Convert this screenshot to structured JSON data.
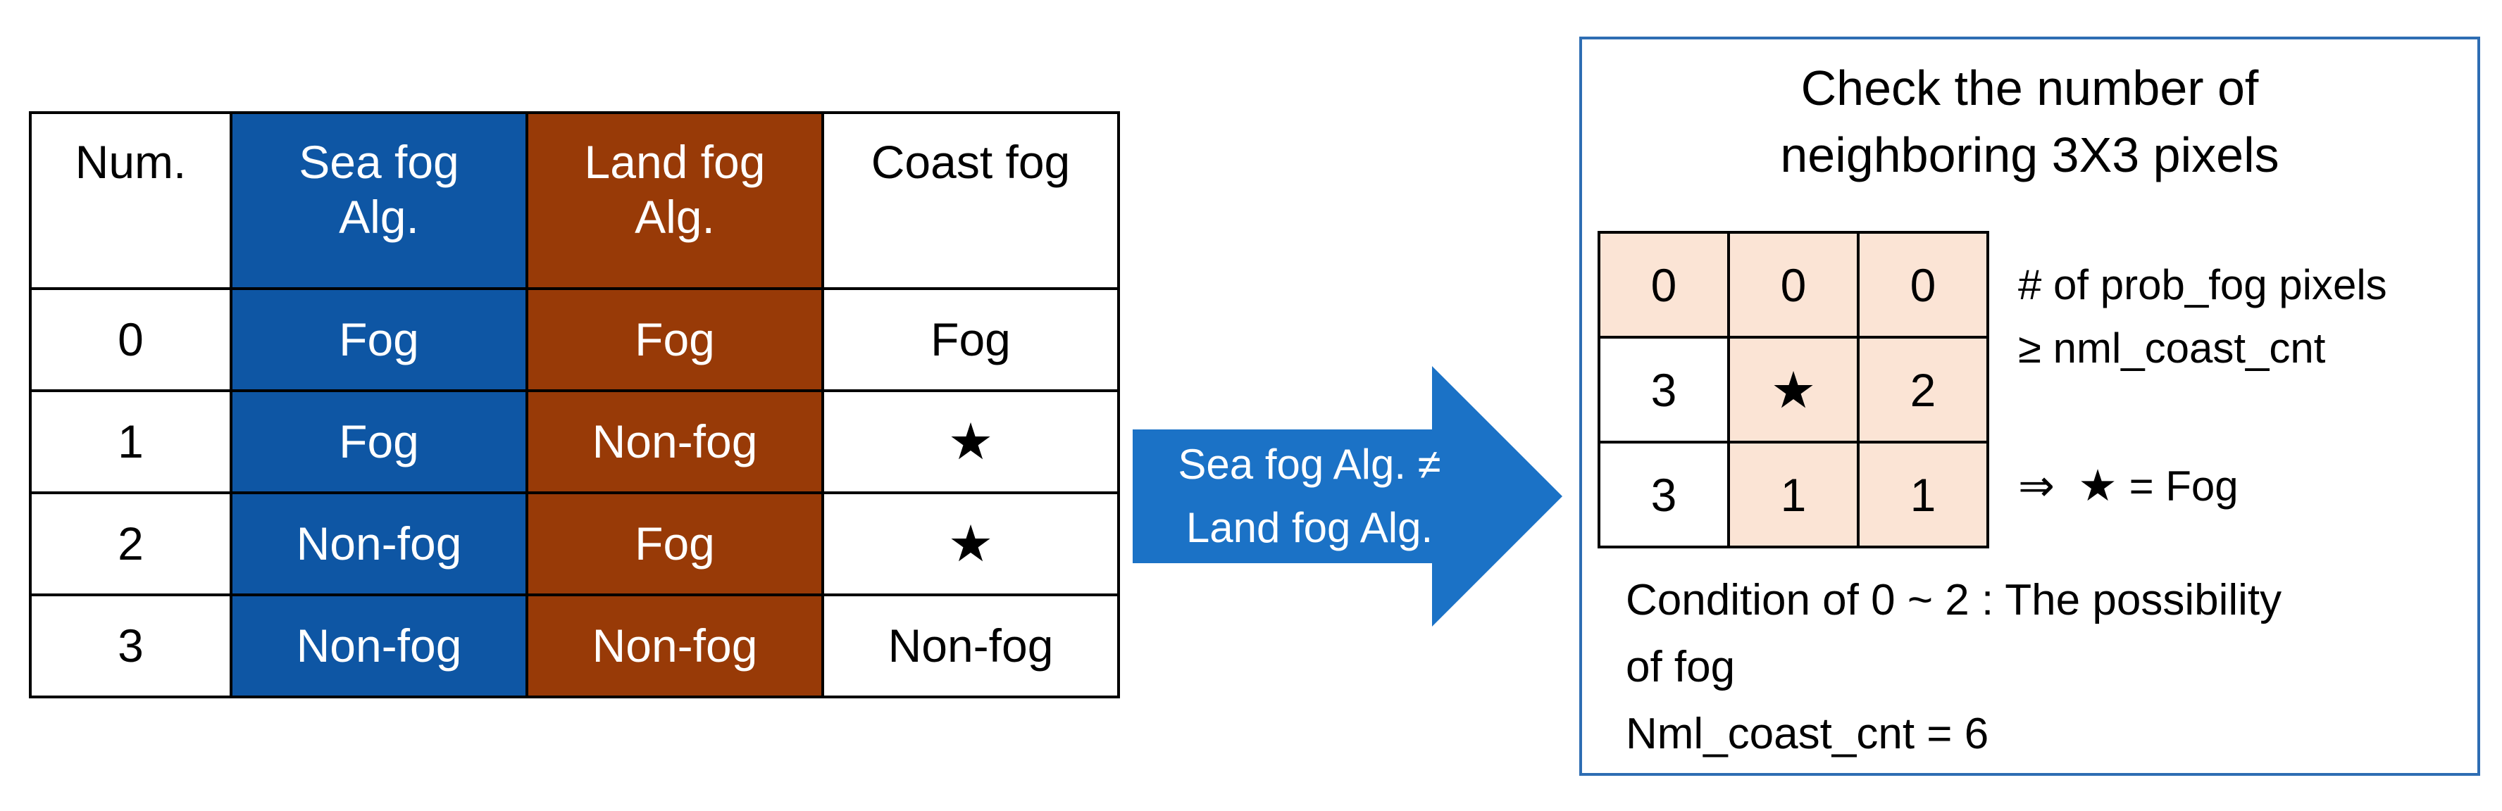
{
  "table": {
    "headers": {
      "num": "Num.",
      "sea": [
        "Sea fog",
        "Alg."
      ],
      "land": [
        "Land fog",
        "Alg."
      ],
      "coast": "Coast fog"
    },
    "rows": [
      {
        "num": "0",
        "sea": "Fog",
        "land": "Fog",
        "coast": "Fog"
      },
      {
        "num": "1",
        "sea": "Fog",
        "land": "Non-fog",
        "coast": "★"
      },
      {
        "num": "2",
        "sea": "Non-fog",
        "land": "Fog",
        "coast": "★"
      },
      {
        "num": "3",
        "sea": "Non-fog",
        "land": "Non-fog",
        "coast": "Non-fog"
      }
    ]
  },
  "arrow": {
    "lines": [
      "Sea fog Alg. ≠",
      "Land fog Alg."
    ]
  },
  "panel": {
    "title": [
      "Check the number of",
      "neighboring 3X3 pixels"
    ],
    "grid": [
      [
        "0",
        "0",
        "0"
      ],
      [
        "3",
        "★",
        "2"
      ],
      [
        "3",
        "1",
        "1"
      ]
    ],
    "rule": [
      "# of prob_fog pixels",
      "≥ nml_coast_cnt"
    ],
    "result": {
      "implies": "⇒",
      "star": "★",
      "text": "= Fog"
    },
    "notes": [
      "Condition of 0 ~ 2 : The possibility",
      "of fog",
      "Nml_coast_cnt = 6"
    ]
  },
  "colors": {
    "sea_fog": "#0e56a4",
    "land_fog": "#983a07",
    "arrow": "#1b72c6",
    "grid_highlight": "#fbe4d5",
    "panel_border": "#2e6db3"
  }
}
